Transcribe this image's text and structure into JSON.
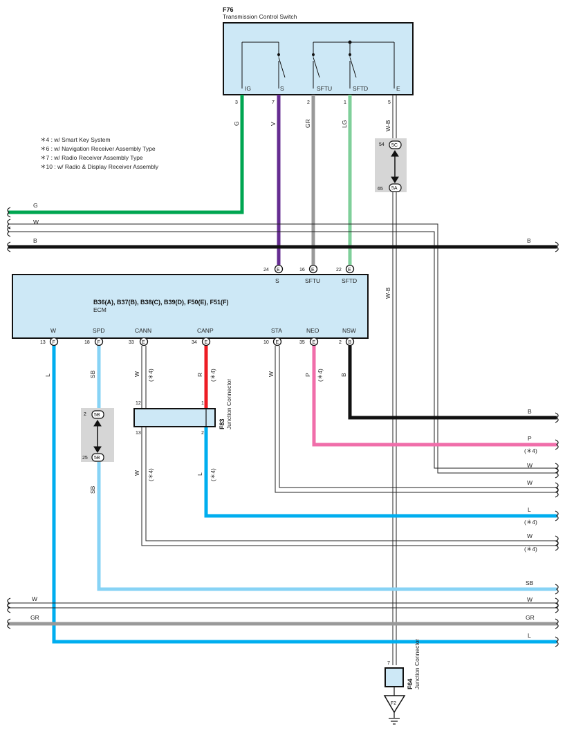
{
  "switch": {
    "code": "F76",
    "name": "Transmission Control Switch",
    "terms": [
      "IG",
      "S",
      "SFTU",
      "SFTD",
      "E"
    ],
    "pins": [
      "3",
      "7",
      "2",
      "1",
      "5"
    ],
    "wire_colors": [
      "G",
      "V",
      "GR",
      "LG",
      "W-B"
    ]
  },
  "notes": [
    "＊4 : w/ Smart Key System",
    "＊6 : w/ Navigation Receiver Assembly Type",
    "＊7 : w/ Radio Receiver Assembly Type",
    "＊10 : w/ Radio & Display Receiver Assembly"
  ],
  "bus": {
    "g": "G",
    "w": "W",
    "b": "B"
  },
  "ecm": {
    "connectors": "B36(A), B37(B), B38(C), B39(D), F50(E), F51(F)",
    "name": "ECM",
    "top_pins": [
      "24",
      "16",
      "22"
    ],
    "top_conn": [
      "E",
      "E",
      "E"
    ],
    "top_terms": [
      "S",
      "SFTU",
      "SFTD"
    ],
    "bottom_terms": [
      "W",
      "SPD",
      "CANN",
      "CANP",
      "STA",
      "NEO",
      "NSW"
    ],
    "bottom_pins": [
      "13",
      "18",
      "33",
      "34",
      "10",
      "35",
      "2"
    ],
    "bottom_conn": [
      "F",
      "F",
      "E",
      "E",
      "E",
      "E",
      "B"
    ]
  },
  "junction_5": {
    "top": {
      "pin": "54",
      "id": "5C"
    },
    "bottom": {
      "pin": "65",
      "id": "5A"
    }
  },
  "junction_spd": {
    "top": {
      "pin": "2",
      "id": "5B"
    },
    "bottom": {
      "pin": "25",
      "id": "5B"
    }
  },
  "f83": {
    "code": "F83",
    "name": "Junction Connector",
    "pins": [
      "12",
      "1",
      "13",
      "2"
    ]
  },
  "f64": {
    "code": "F64",
    "name": "Junction Connector",
    "pin": "7",
    "ground": "F2"
  },
  "wire_labels": {
    "vertical_wb": "W-B",
    "l": "L",
    "sb": "SB",
    "w": "W",
    "r": "R",
    "p": "P",
    "b": "B",
    "note4": "(＊4)"
  },
  "right_labels": {
    "b": "B",
    "p": "P",
    "p_note": "(＊4)",
    "w1": "W",
    "w2": "W",
    "l": "L",
    "l_note": "(＊4)",
    "w3": "W",
    "w3_note": "(＊4)",
    "sb": "SB",
    "w4": "W",
    "gr": "GR",
    "l2": "L"
  },
  "left_labels": {
    "w": "W",
    "gr": "GR"
  },
  "colors": {
    "green": "#00a651",
    "violet": "#662d91",
    "gray": "#999999",
    "light_green": "#7fcf9a",
    "black": "#111111",
    "blue": "#00aeef",
    "sky_blue": "#87d3f5",
    "red": "#ed1c24",
    "pink": "#f06eaa",
    "component_fill": "#cde8f6",
    "connector_gray": "#d6d6d6"
  }
}
